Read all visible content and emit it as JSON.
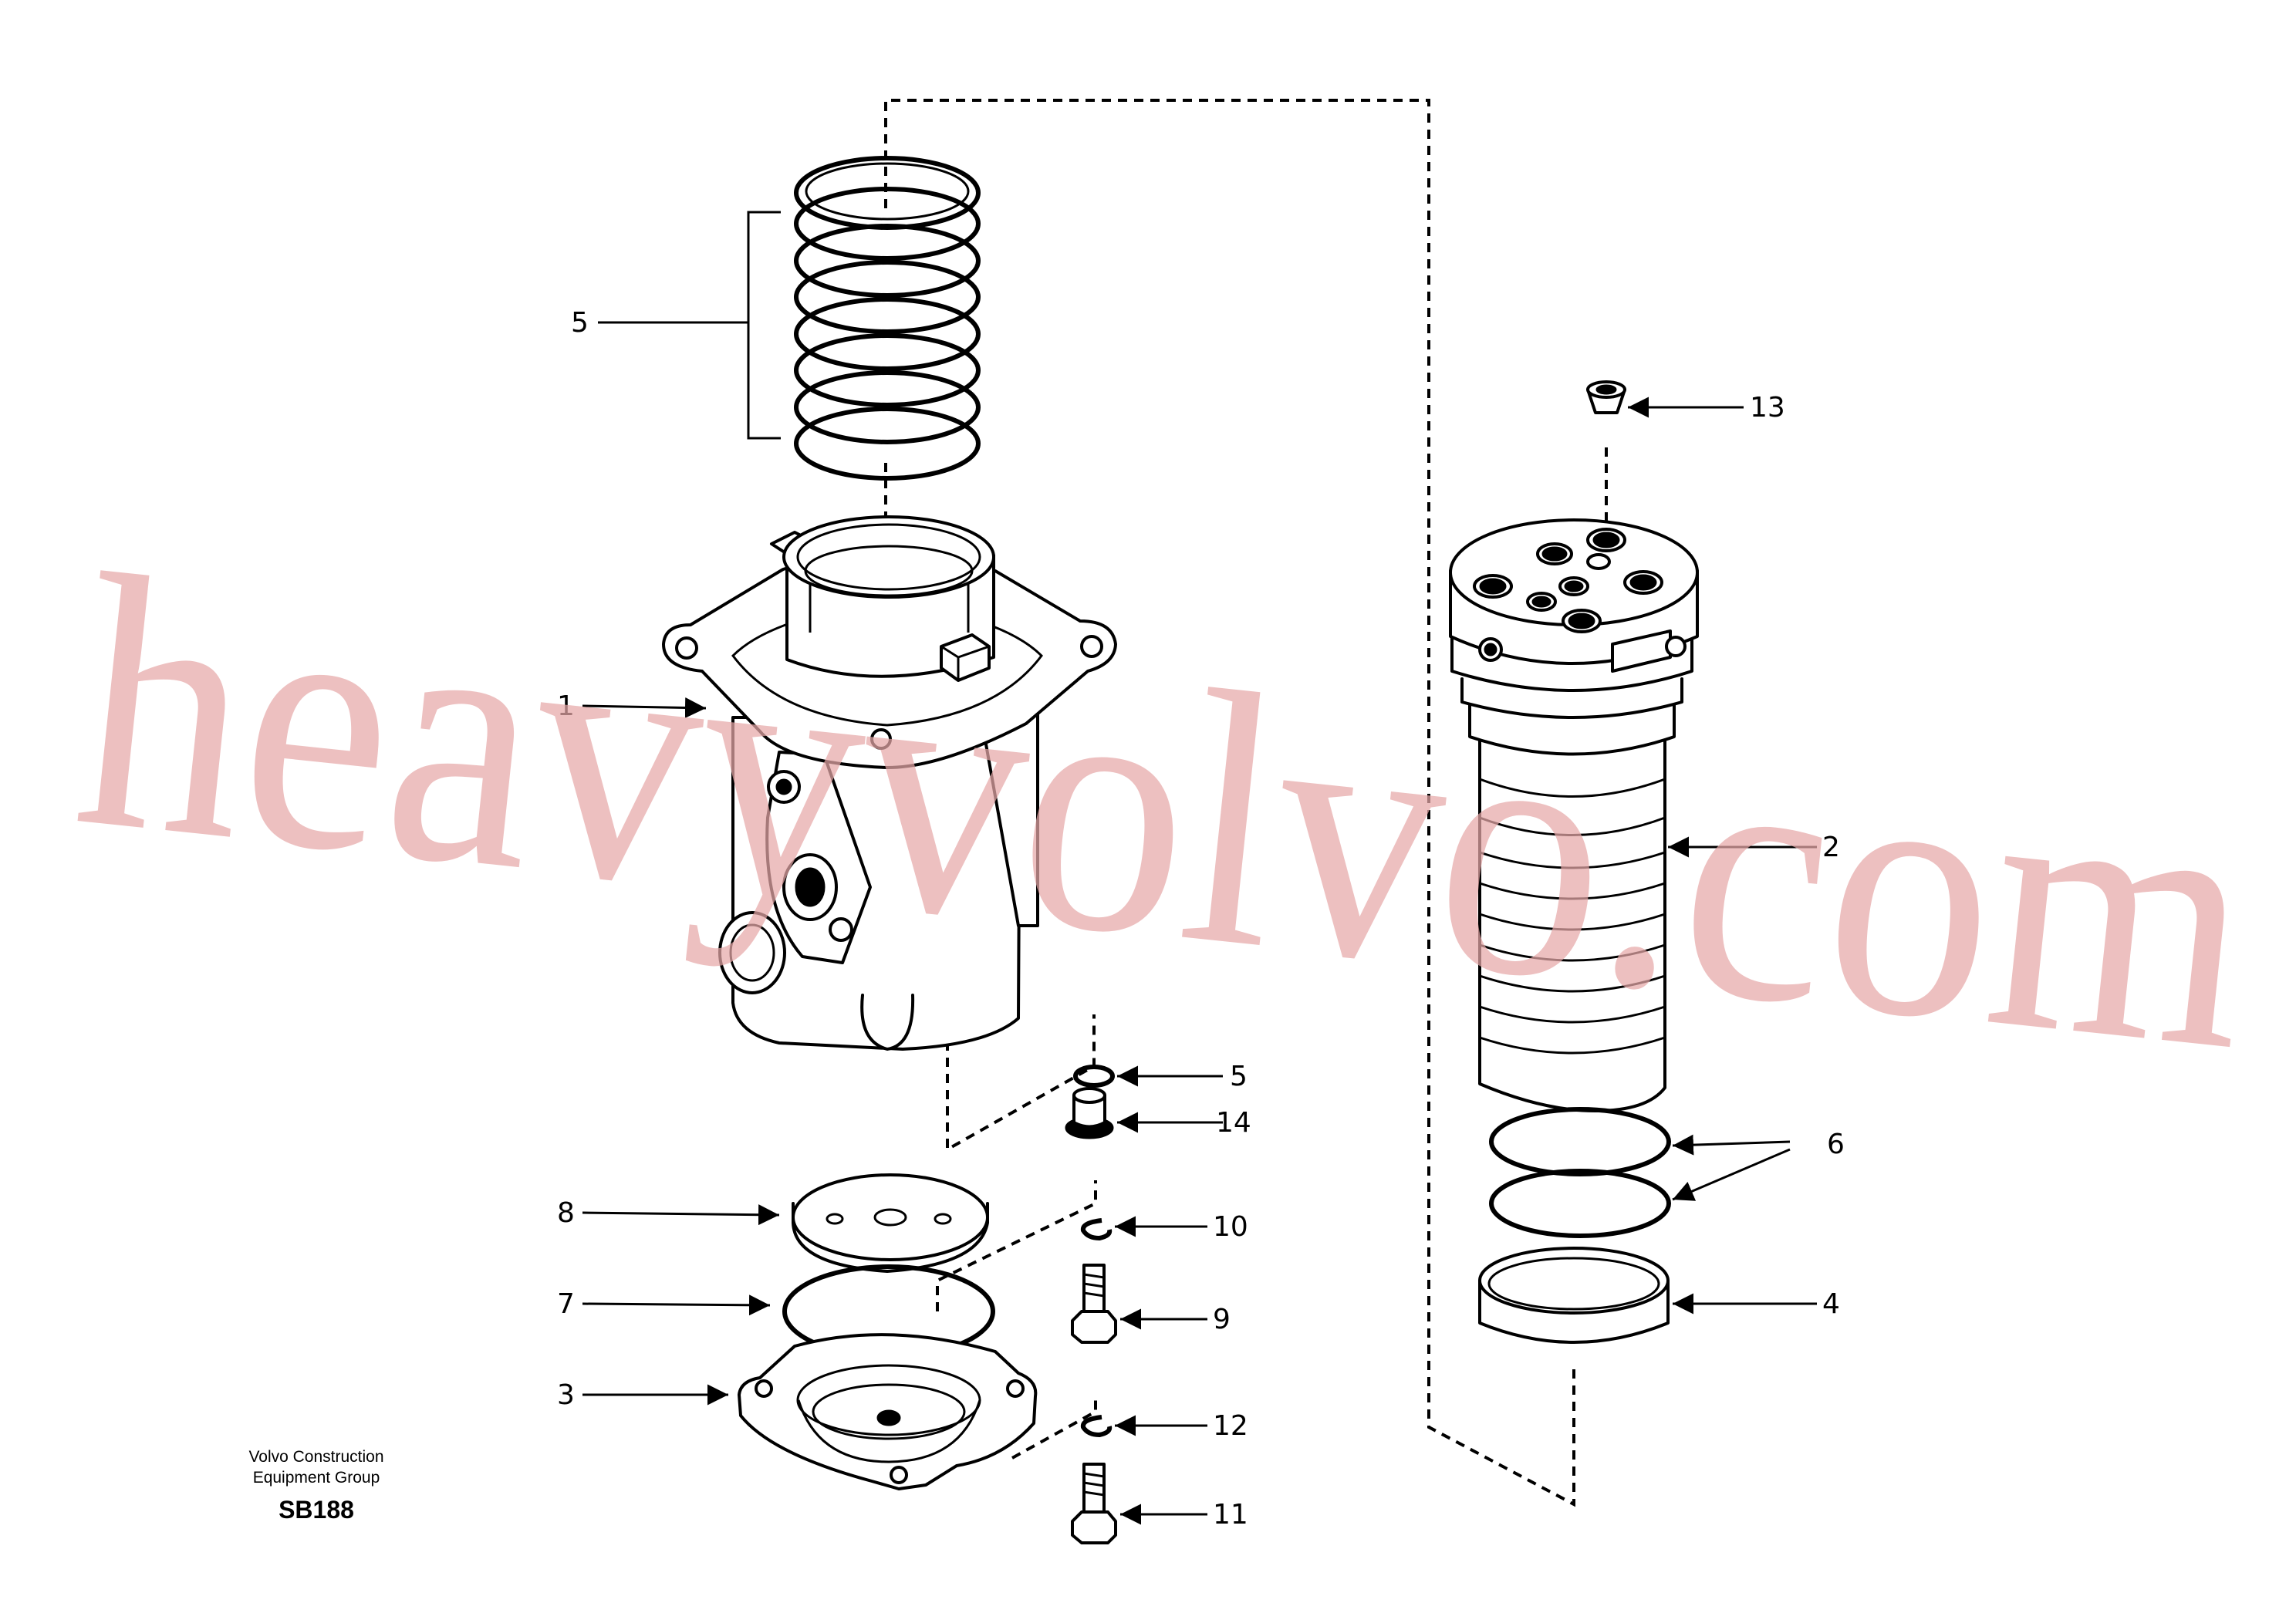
{
  "watermark": "heavyvolvo.com",
  "publisher": {
    "line1": "Volvo Construction",
    "line2": "Equipment Group",
    "code": "SB188"
  },
  "callouts": [
    {
      "id": "c5a",
      "number": "5"
    },
    {
      "id": "c13",
      "number": "13"
    },
    {
      "id": "c1",
      "number": "1"
    },
    {
      "id": "c2",
      "number": "2"
    },
    {
      "id": "c5b",
      "number": "5"
    },
    {
      "id": "c14",
      "number": "14"
    },
    {
      "id": "c6",
      "number": "6"
    },
    {
      "id": "c8",
      "number": "8"
    },
    {
      "id": "c10",
      "number": "10"
    },
    {
      "id": "c7",
      "number": "7"
    },
    {
      "id": "c9",
      "number": "9"
    },
    {
      "id": "c4",
      "number": "4"
    },
    {
      "id": "c3",
      "number": "3"
    },
    {
      "id": "c12",
      "number": "12"
    },
    {
      "id": "c11",
      "number": "11"
    }
  ],
  "colors": {
    "linework": "#000000",
    "watermark": "#e6a8a8",
    "background": "#ffffff"
  }
}
